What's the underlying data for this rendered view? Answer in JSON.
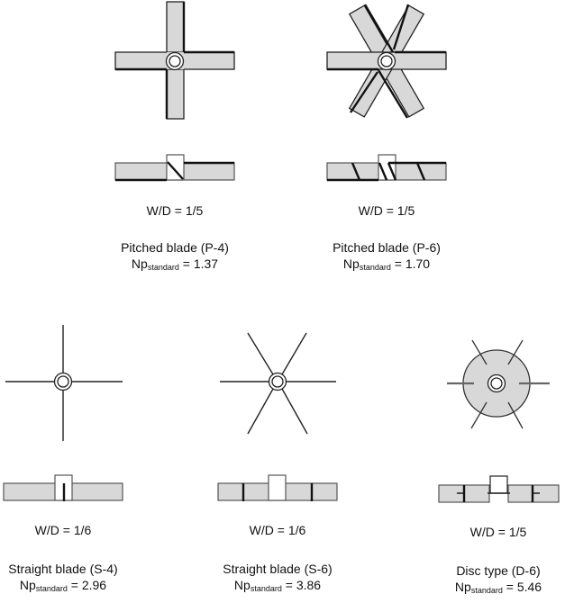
{
  "diagram": {
    "colors": {
      "blade_fill": "#d8d8d8",
      "stroke": "#222222",
      "background": "#ffffff"
    },
    "impellers": [
      {
        "id": "P-4",
        "name": "Pitched blade (P-4)",
        "wd": "W/D = 1/5",
        "np_prefix": "Np",
        "np_sub": "standard",
        "np_value": "= 1.37",
        "blades": 4,
        "type": "pitched"
      },
      {
        "id": "P-6",
        "name": "Pitched blade (P-6)",
        "wd": "W/D = 1/5",
        "np_prefix": "Np",
        "np_sub": "standard",
        "np_value": "= 1.70",
        "blades": 6,
        "type": "pitched"
      },
      {
        "id": "S-4",
        "name": "Straight blade (S-4)",
        "wd": "W/D = 1/6",
        "np_prefix": "Np",
        "np_sub": "standard",
        "np_value": "= 2.96",
        "blades": 4,
        "type": "straight"
      },
      {
        "id": "S-6",
        "name": "Straight blade (S-6)",
        "wd": "W/D = 1/6",
        "np_prefix": "Np",
        "np_sub": "standard",
        "np_value": "= 3.86",
        "blades": 6,
        "type": "straight"
      },
      {
        "id": "D-6",
        "name": "Disc type (D-6)",
        "wd": "W/D = 1/5",
        "np_prefix": "Np",
        "np_sub": "standard",
        "np_value": "= 5.46",
        "blades": 6,
        "type": "disc"
      }
    ]
  }
}
